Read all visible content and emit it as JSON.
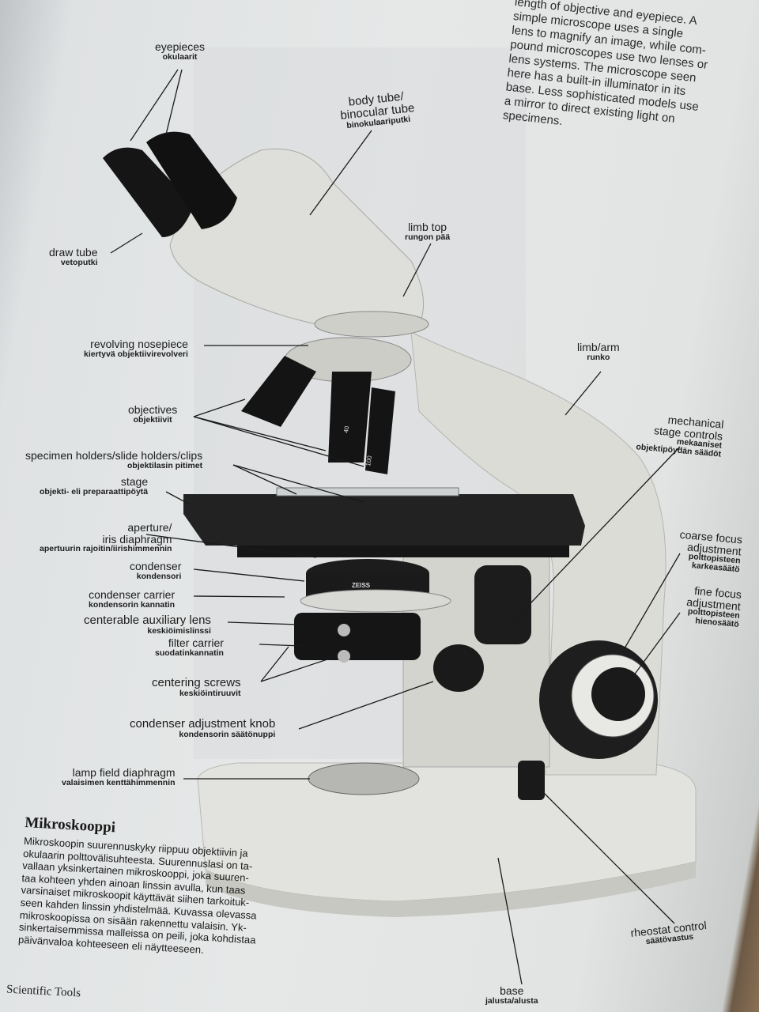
{
  "intro_text": [
    "length of objective and eyepiece. A",
    "simple microscope uses a single",
    "lens to magnify an image, while com-",
    "pound microscopes use two lenses or",
    "lens systems. The microscope seen",
    "here has a built-in illuminator in its",
    "base. Less sophisticated models use",
    "a mirror to direct existing light on",
    "specimens."
  ],
  "labels": {
    "eyepieces": {
      "en": "eyepieces",
      "fi": "okulaarit"
    },
    "body_tube": {
      "en": "body tube/",
      "en2": "binocular tube",
      "fi": "binokulaariputki"
    },
    "draw_tube": {
      "en": "draw tube",
      "fi": "vetoputki"
    },
    "limb_top": {
      "en": "limb top",
      "fi": "rungon pää"
    },
    "revolving_nosepiece": {
      "en": "revolving nosepiece",
      "fi": "kiertyvä objektiivirevolveri"
    },
    "limb_arm": {
      "en": "limb/arm",
      "fi": "runko"
    },
    "objectives": {
      "en": "objectives",
      "fi": "objektiivit"
    },
    "mechanical_stage": {
      "en": "mechanical",
      "en2": "stage controls",
      "fi": "mekaaniset",
      "fi2": "objektipöydän säädöt"
    },
    "specimen_holders": {
      "en": "specimen holders/slide holders/clips",
      "fi": "objektilasin pitimet"
    },
    "stage": {
      "en": "stage",
      "fi": "objekti- eli preparaattipöytä"
    },
    "aperture": {
      "en": "aperture/",
      "en2": "iris diaphragm",
      "fi": "apertuurin rajoitin/iirishimmennin"
    },
    "coarse_focus": {
      "en": "coarse focus",
      "en2": "adjustment",
      "fi": "polttopisteen",
      "fi2": "karkeasäätö"
    },
    "condenser": {
      "en": "condenser",
      "fi": "kondensori"
    },
    "fine_focus": {
      "en": "fine focus",
      "en2": "adjustment",
      "fi": "polttopisteen",
      "fi2": "hienosäätö"
    },
    "condenser_carrier": {
      "en": "condenser carrier",
      "fi": "kondensorin kannatin"
    },
    "centerable_lens": {
      "en": "centerable auxiliary lens",
      "fi": "keskiöimislinssi"
    },
    "filter_carrier": {
      "en": "filter carrier",
      "fi": "suodatinkannatin"
    },
    "centering_screws": {
      "en": "centering screws",
      "fi": "keskiöintiruuvit"
    },
    "condenser_knob": {
      "en": "condenser adjustment knob",
      "fi": "kondensorin säätönuppi"
    },
    "lamp_field": {
      "en": "lamp field diaphragm",
      "fi": "valaisimen kenttähimmennin"
    },
    "rheostat": {
      "en": "rheostat control",
      "fi": "säätövastus"
    },
    "base": {
      "en": "base",
      "fi": "jalusta/alusta"
    }
  },
  "finnish_box": {
    "title": "Mikroskooppi",
    "lines": [
      "Mikroskoopin suurennuskyky riippuu objektiivin ja",
      "okulaarin polttovälisuhteesta. Suurennuslasi on ta-",
      "vallaan yksinkertainen mikroskooppi, joka suuren-",
      "taa kohteen yhden ainoan linssin avulla, kun taas",
      "varsinaiset mikroskoopit käyttävät siihen tarkoituk-",
      "seen kahden linssin yhdistelmää. Kuvassa olevassa",
      "mikroskoopissa on sisään rakennettu valaisin. Yk-",
      "sinkertaisemmissa malleissa on peili, joka kohdistaa",
      "päivänvaloa kohteeseen eli näytteeseen."
    ]
  },
  "objective_marks": [
    "40",
    "100"
  ],
  "brand_mark": "ZEISS",
  "footer": "Scientific Tools",
  "colors": {
    "paper": "#e4e6e6",
    "ink": "#1c1c1c",
    "body": "#dcdcd8",
    "black": "#151515"
  }
}
